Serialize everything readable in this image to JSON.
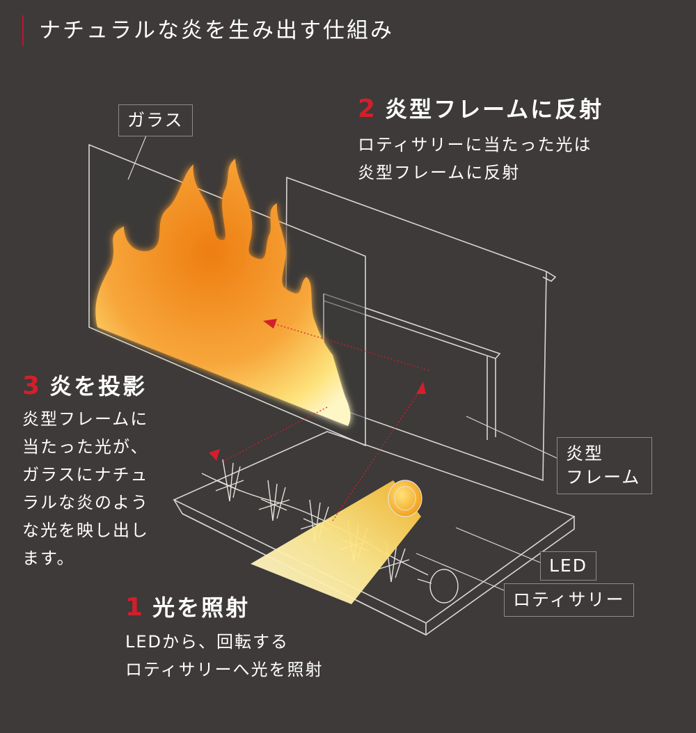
{
  "title": "ナチュラルな炎を生み出す仕組み",
  "steps": {
    "reflect": {
      "number": "2",
      "heading": "炎型フレームに反射",
      "lines": [
        "ロティサリーに当たった光は",
        "炎型フレームに反射"
      ]
    },
    "project": {
      "number": "3",
      "heading": "炎を投影",
      "lines": [
        "炎型フレームに",
        "当たった光が、",
        "ガラスにナチュ",
        "ラルな炎のよう",
        "な光を映し出し",
        "ます。"
      ]
    },
    "illuminate": {
      "number": "1",
      "heading": "光を照射",
      "lines": [
        "LEDから、回転する",
        "ロティサリーへ光を照射"
      ]
    }
  },
  "labels": {
    "glass": "ガラス",
    "frame": [
      "炎型",
      "フレーム"
    ],
    "led": "LED",
    "rotisserie": "ロティサリー"
  },
  "colors": {
    "background": "#3d3a39",
    "accent_red": "#d21f2c",
    "line": "#d9d6d4",
    "flame_outer": "#fff2b0",
    "flame_inner": "#f28c1b",
    "beam": "#ffe27a"
  }
}
